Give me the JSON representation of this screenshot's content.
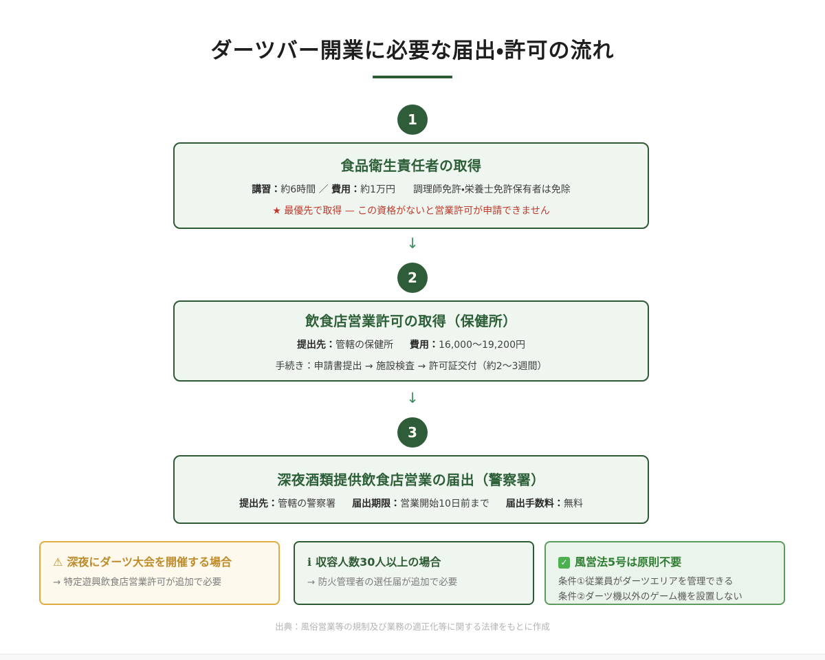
{
  "title": "ダーツバー開業に必要な届出・許可の流れ",
  "flow": {
    "arrow_glyph": "↓",
    "steps": [
      {
        "number": "1",
        "heading": "食品衛生責任者の取得",
        "line1": {
          "l1": "講習：",
          "v1": "約6時間 ／ ",
          "l2": "費用：",
          "v2": "約1万円",
          "extra": "調理師免許・栄養士免許保有者は免除"
        },
        "warning": "★ 最優先で取得 — この資格がないと営業許可が申請できません"
      },
      {
        "number": "2",
        "heading": "飲食店営業許可の取得（保健所）",
        "line1": {
          "l1": "提出先：",
          "v1": "管轄の保健所",
          "l2": "費用：",
          "v2": "16,000〜19,200円"
        },
        "line2": "手続き：申請書提出 → 施設検査 → 許可証交付（約2〜3週間）"
      },
      {
        "number": "3",
        "heading": "深夜酒類提供飲食店営業の届出（警察署）",
        "line1": {
          "l1": "提出先：",
          "v1": "管轄の警察署",
          "l2": "届出期限：",
          "v2": "営業開始10日前まで",
          "l3": "届出手数料：",
          "v3": "無料"
        }
      }
    ]
  },
  "notes": [
    {
      "icon": "⚠",
      "title": "深夜にダーツ大会を開催する場合",
      "line1": "→ 特定遊興飲食店営業許可が追加で必要"
    },
    {
      "icon": "i",
      "title": "収容人数30人以上の場合",
      "line1": "→ 防火管理者の選任届が追加で必要"
    },
    {
      "icon": "✓",
      "title": "風営法5号は原則不要",
      "line1": "条件①従業員がダーツエリアを管理できる",
      "line2": "条件②ダーツ機以外のゲーム機を設置しない"
    }
  ],
  "footer": "出典：風俗営業等の規制及び業務の適正化等に関する法律をもとに作成",
  "colors": {
    "primary_green": "#2d5a33",
    "circle_green": "#2f5d39",
    "heading_green": "#2c5f38",
    "box_bg_green": "#eff5ef",
    "warning_red": "#c0392b",
    "amber_border": "#e2ab41",
    "amber_text": "#bd8b2a",
    "amber_bg": "#fdf9ec",
    "ok_border": "#5b9b5b",
    "ok_text": "#2e7d32",
    "ok_bg": "#eaf4ea",
    "check_green": "#4caf50",
    "arrow_green": "#3e8e60"
  }
}
